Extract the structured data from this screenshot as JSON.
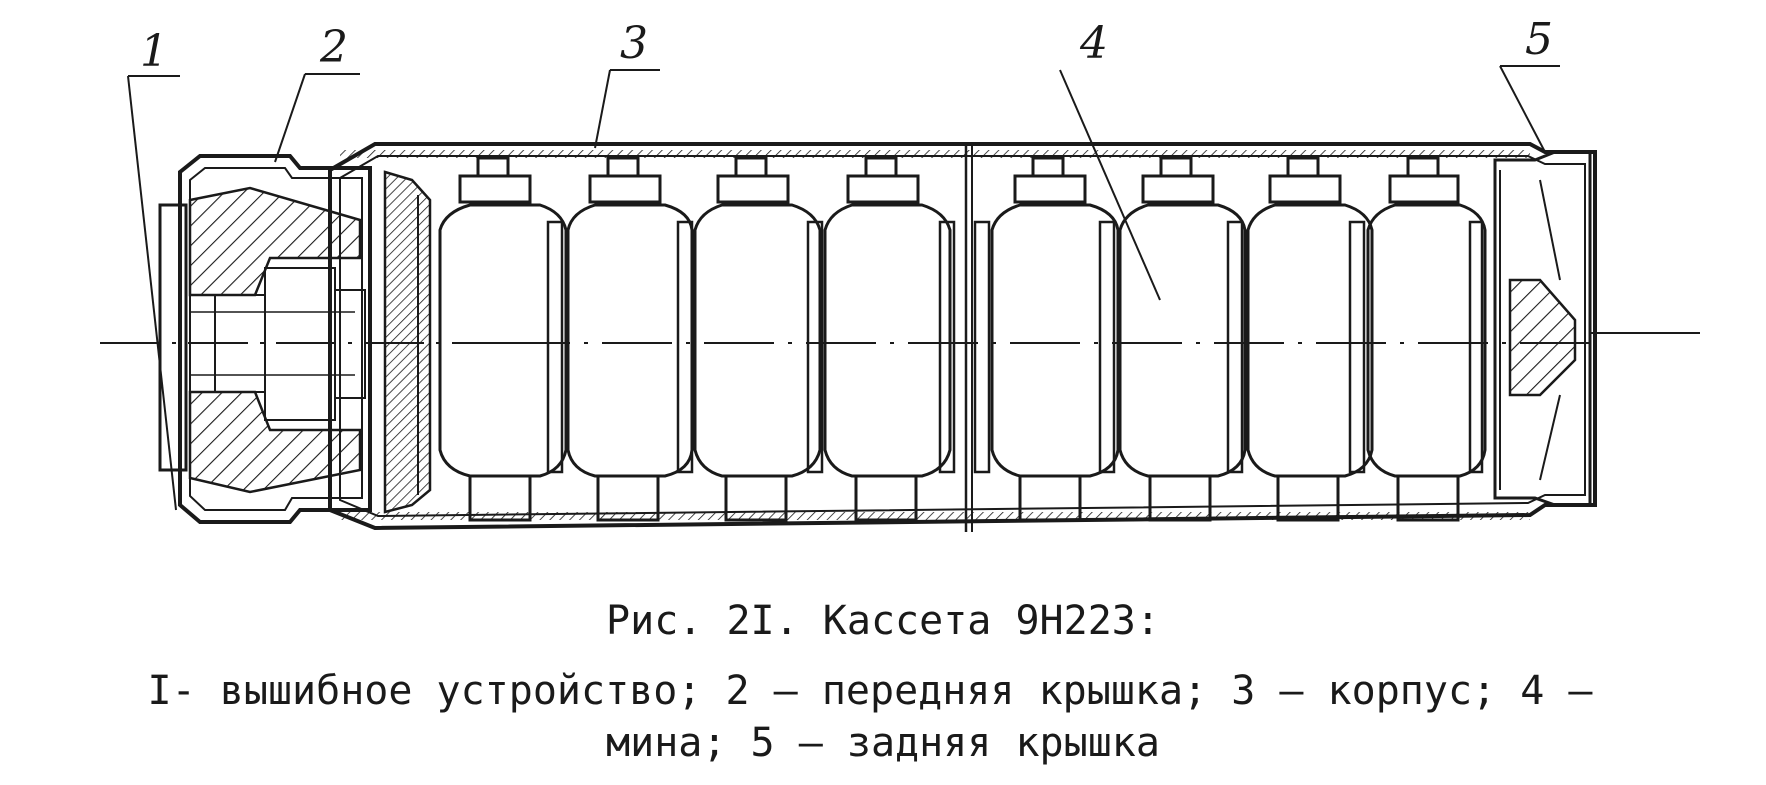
{
  "labels": {
    "n1": "1",
    "n2": "2",
    "n3": "3",
    "n4": "4",
    "n5": "5"
  },
  "caption": {
    "title": "Рис. 2I. Кассета 9Н223:",
    "line1": "I- вышибное устройство; 2 – передняя крышка; 3 – корпус; 4 –",
    "line2": "мина; 5 – задняя крышка"
  },
  "colors": {
    "ink": "#1a1a1a",
    "paper": "#ffffff"
  }
}
